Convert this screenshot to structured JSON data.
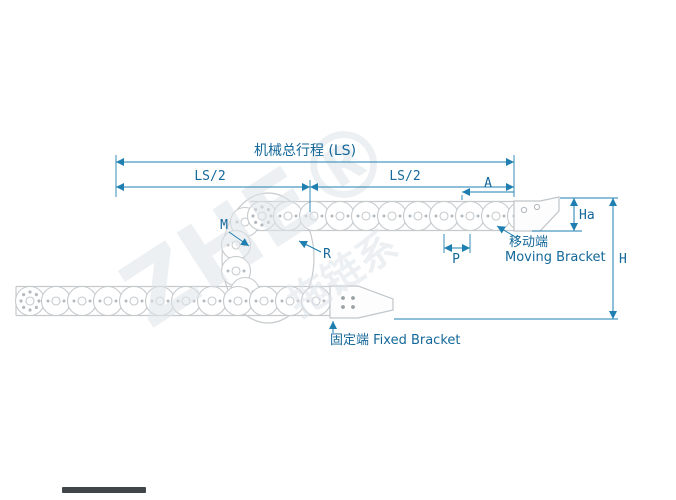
{
  "watermark": {
    "brand": "ZHE®",
    "cn": "拖链系"
  },
  "dimensions": {
    "total_travel_label": "机械总行程 (LS)",
    "ls_half_left": "LS/2",
    "ls_half_right": "LS/2",
    "a_label": "A",
    "m_label": "M",
    "r_label": "R",
    "p_label": "P",
    "ha_label": "Ha",
    "h_label": "H"
  },
  "labels": {
    "moving_bracket_cn": "移动端",
    "moving_bracket_en": "Moving Bracket",
    "fixed_bracket": "固定端 Fixed Bracket"
  },
  "colors": {
    "dimension_blue": "#1e7fb0",
    "dimension_text": "#14689a",
    "chain_gray": "#c6cacd",
    "watermark_gray": "#dfe5ea",
    "background": "#ffffff"
  }
}
